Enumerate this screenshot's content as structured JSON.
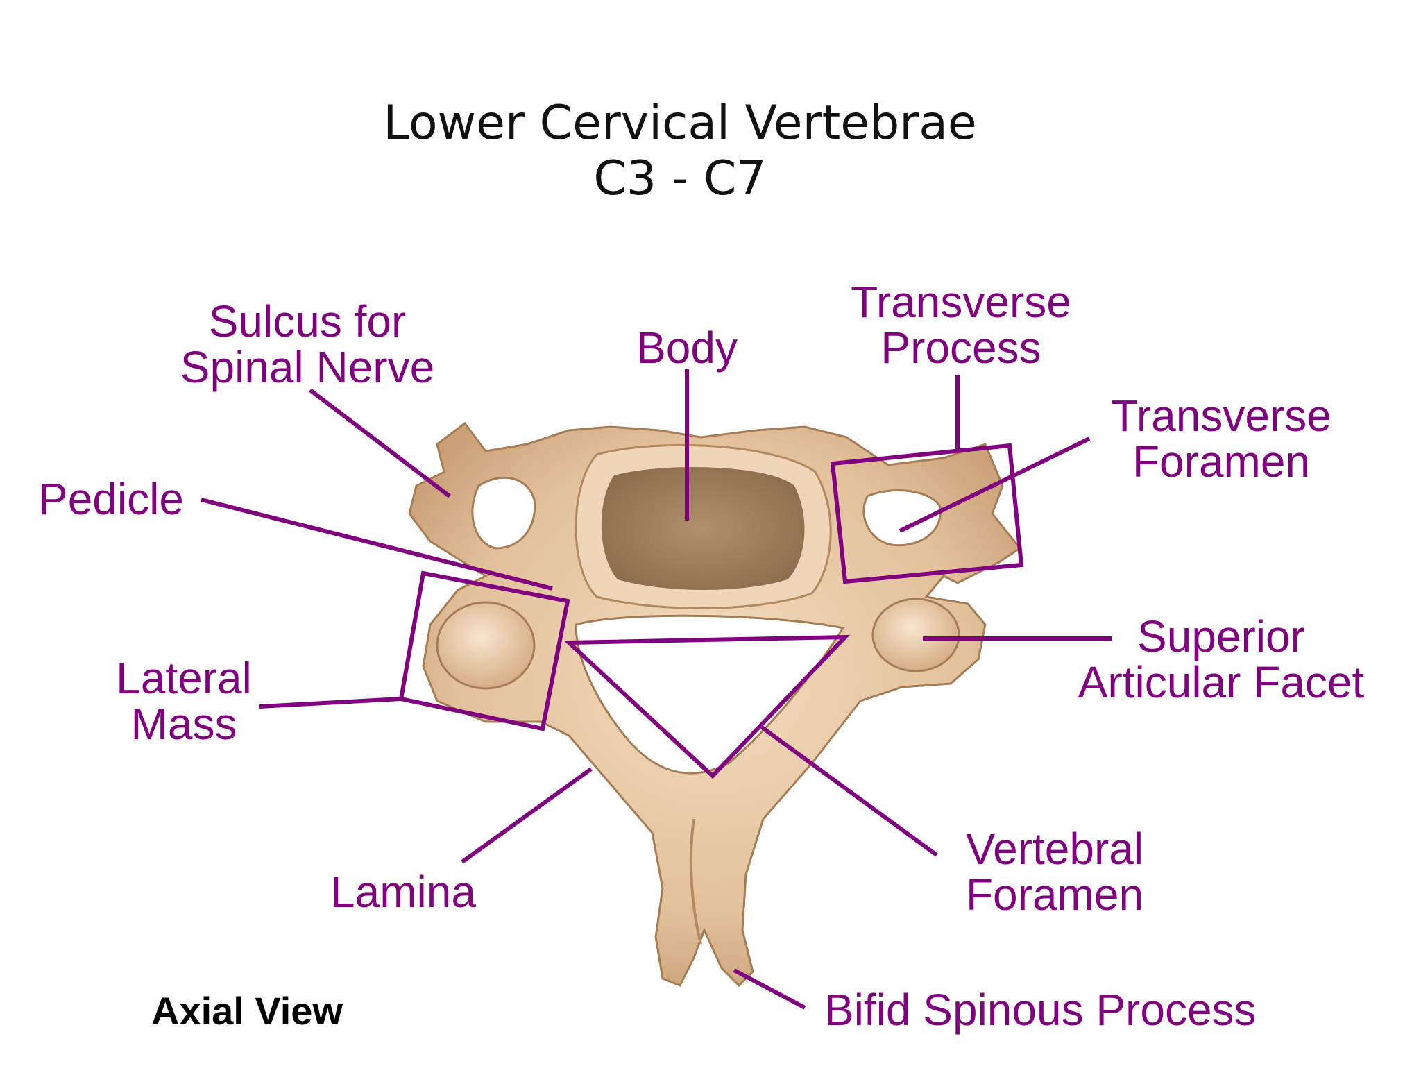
{
  "title": {
    "line1": "Lower Cervical Vertebrae",
    "line2": "C3 - C7"
  },
  "labels": {
    "sulcus": {
      "line1": "Sulcus for",
      "line2": "Spinal Nerve"
    },
    "body": "Body",
    "transverse_process": {
      "line1": "Transverse",
      "line2": "Process"
    },
    "transverse_foramen": {
      "line1": "Transverse",
      "line2": "Foramen"
    },
    "pedicle": "Pedicle",
    "lateral_mass": {
      "line1": "Lateral",
      "line2": "Mass"
    },
    "superior_articular_facet": {
      "line1": "Superior",
      "line2": "Articular Facet"
    },
    "vertebral_foramen": {
      "line1": "Vertebral",
      "line2": "Foramen"
    },
    "lamina": "Lamina",
    "bifid_spinous_process": "Bifid Spinous Process"
  },
  "view_caption": "Axial View",
  "colors": {
    "label": "#800080",
    "bone": "#e8c9a4",
    "bone_shadow": "#c9a27a",
    "body_cancellous": "#a07e5c"
  }
}
